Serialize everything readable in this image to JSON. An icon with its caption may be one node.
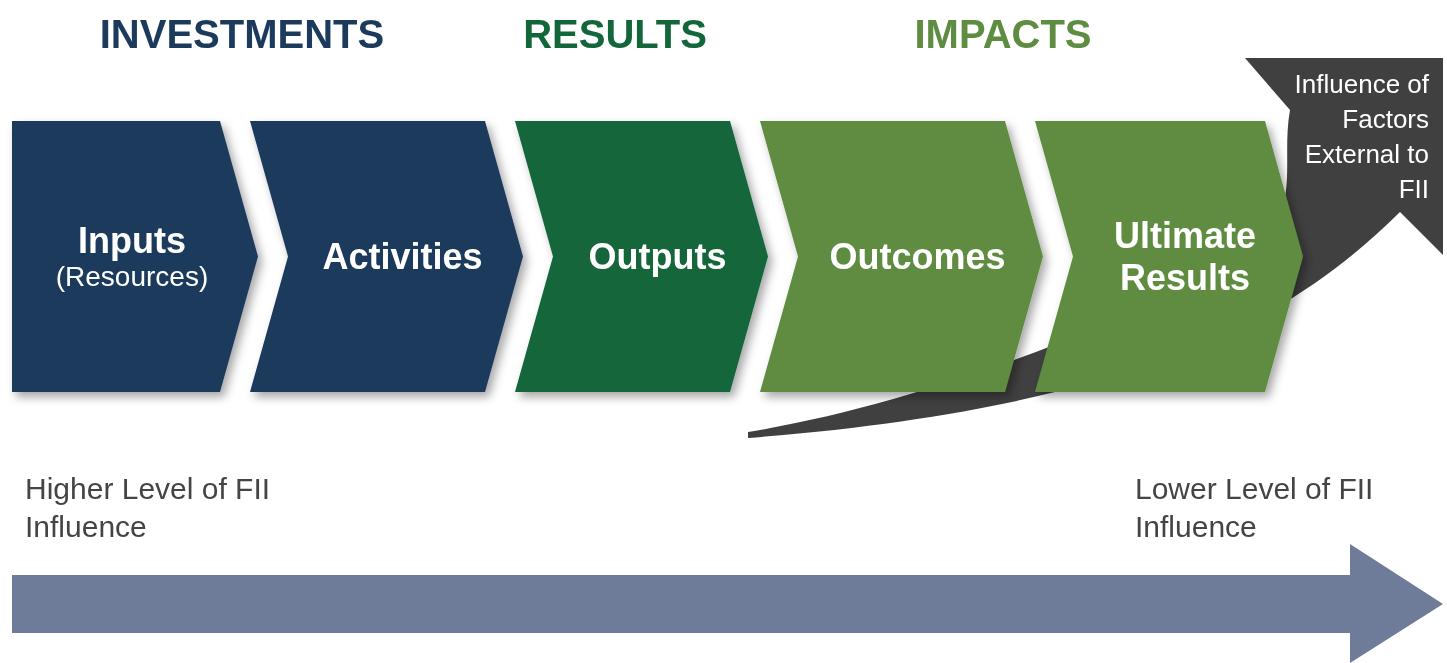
{
  "diagram": {
    "nodes": [
      {
        "text": [
          "Inputs",
          "(Resources)"
        ]
      },
      {
        "text": [
          "Activities"
        ]
      },
      {
        "text": [
          "Outputs"
        ]
      },
      {
        "text": [
          "Outcomes"
        ]
      },
      {
        "text": [
          "Ultimate Results"
        ]
      },
      {
        "text": [
          "Influence of Factors External to FII"
        ]
      }
    ],
    "labels": [
      "INVESTMENTS",
      "RESULTS",
      "IMPACTS",
      "Higher Level of FII Influence",
      "Lower Level of FII Influence"
    ]
  }
}
